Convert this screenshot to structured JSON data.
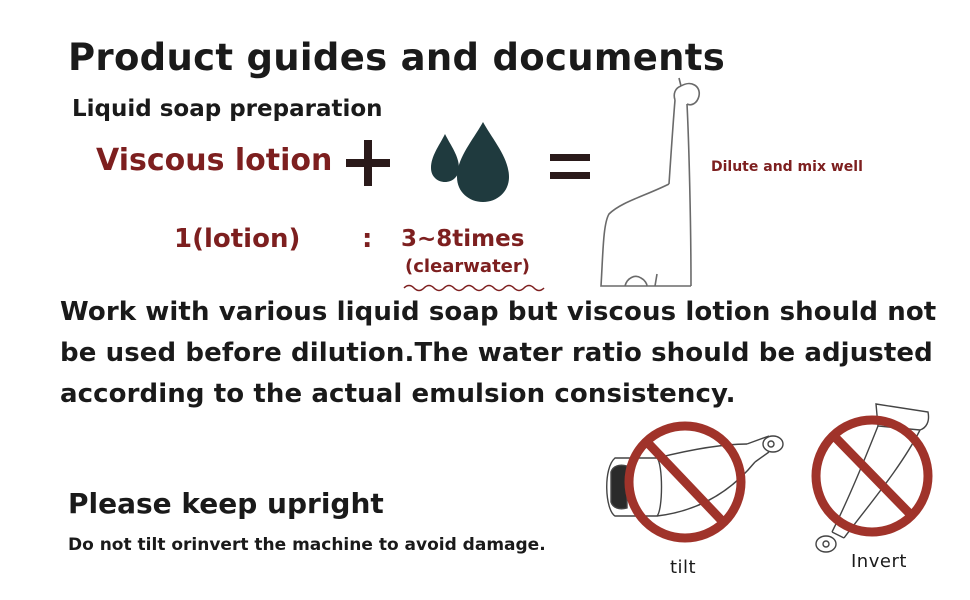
{
  "heading": {
    "title": "Product guides and documents",
    "subtitle": "Liquid soap preparation"
  },
  "recipe": {
    "lotion_label": "Viscous lotion",
    "result_label": "Dilute and mix well",
    "ratio_lotion": "1(lotion)",
    "ratio_separator": ":",
    "ratio_times": "3~8times",
    "ratio_water": "(clearwater)"
  },
  "description": "Work with various liquid soap but viscous lotion should not be used before dilution.The water ratio should be adjusted according to the actual emulsion consistency.",
  "upright": {
    "title": "Please keep upright",
    "subtitle": "Do not tilt orinvert the machine to avoid damage."
  },
  "warnings": {
    "tilt_label": "tilt",
    "invert_label": "Invert"
  },
  "colors": {
    "accent": "#7d1f1f",
    "drop": "#1f3a3e",
    "prohibit_ring": "#a0332a"
  },
  "icons": [
    "plus-icon",
    "water-drops-icon",
    "equals-icon",
    "giraffe-bottle-icon",
    "no-tilt-icon",
    "no-invert-icon"
  ]
}
